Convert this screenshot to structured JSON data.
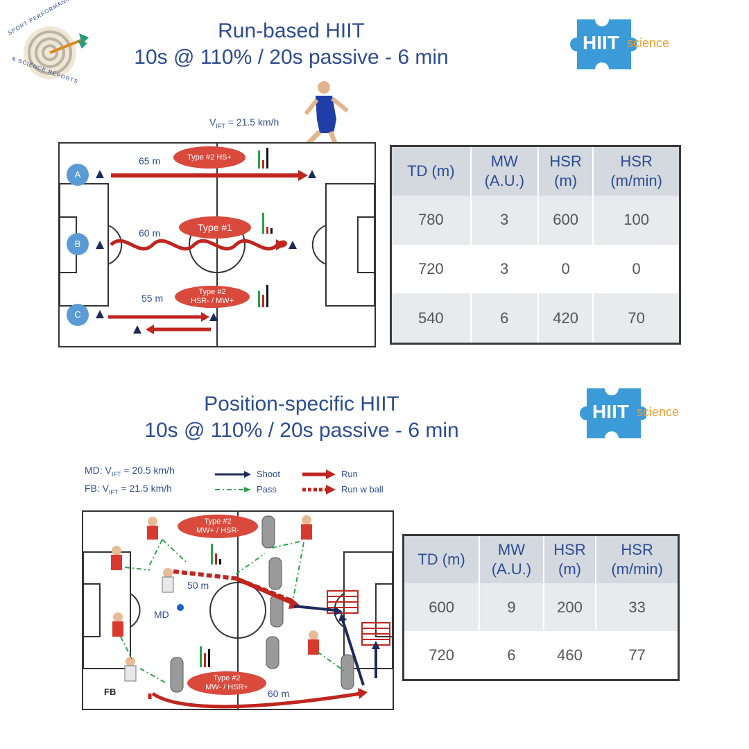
{
  "badge": {
    "text_top": "SPORT PERFORMANCE",
    "text_bottom": "& SCIENCE REPORTS"
  },
  "hiit_logo": {
    "main": "HIIT",
    "sub": "science"
  },
  "section1": {
    "title_line1": "Run-based HIIT",
    "title_line2": "10s @ 110% / 20s passive - 6 min",
    "vift": "V",
    "vift_sub": "IFT",
    "vift_value": " = 21.5 km/h",
    "drills": [
      {
        "label": "A",
        "distance": "65 m",
        "type": "Type #2 HS+"
      },
      {
        "label": "B",
        "distance": "60 m",
        "type": "Type #1"
      },
      {
        "label": "C",
        "distance": "55 m",
        "type_line1": "Type #2",
        "type_line2": "HSR- / MW+"
      }
    ],
    "table": {
      "headers": [
        [
          "TD (m)"
        ],
        [
          "MW",
          "(A.U.)"
        ],
        [
          "HSR",
          "(m)"
        ],
        [
          "HSR",
          "(m/min)"
        ]
      ],
      "rows": [
        [
          "780",
          "3",
          "600",
          "100"
        ],
        [
          "720",
          "3",
          "0",
          "0"
        ],
        [
          "540",
          "6",
          "420",
          "70"
        ]
      ]
    }
  },
  "section2": {
    "title_line1": "Position-specific HIIT",
    "title_line2": "10s @ 110% / 20s passive - 6 min",
    "md_vift": "MD: V",
    "md_value": " = 20.5 km/h",
    "fb_vift": "FB: V",
    "fb_value": " = 21.5 km/h",
    "vift_sub": "IFT",
    "legend": {
      "shoot": "Shoot",
      "pass": "Pass",
      "run": "Run",
      "run_ball": "Run w ball"
    },
    "ellipse_top_line1": "Type #2",
    "ellipse_top_line2": "MW+ / HSR-",
    "ellipse_bottom_line1": "Type #2",
    "ellipse_bottom_line2": "MW- / HSR+",
    "dist_md": "50 m",
    "dist_fb": "60 m",
    "label_md": "MD",
    "label_fb": "FB",
    "table": {
      "headers": [
        [
          "TD (m)"
        ],
        [
          "MW",
          "(A.U.)"
        ],
        [
          "HSR",
          "(m)"
        ],
        [
          "HSR",
          "(m/min)"
        ]
      ],
      "rows": [
        [
          "600",
          "9",
          "200",
          "33"
        ],
        [
          "720",
          "6",
          "460",
          "77"
        ]
      ]
    }
  },
  "colors": {
    "title": "#2c4c91",
    "red": "#c0261f",
    "navy": "#1e2a5a",
    "green": "#2aa34a",
    "puzzle": "#3a9bd8",
    "hiit_orange": "#f0a030"
  }
}
